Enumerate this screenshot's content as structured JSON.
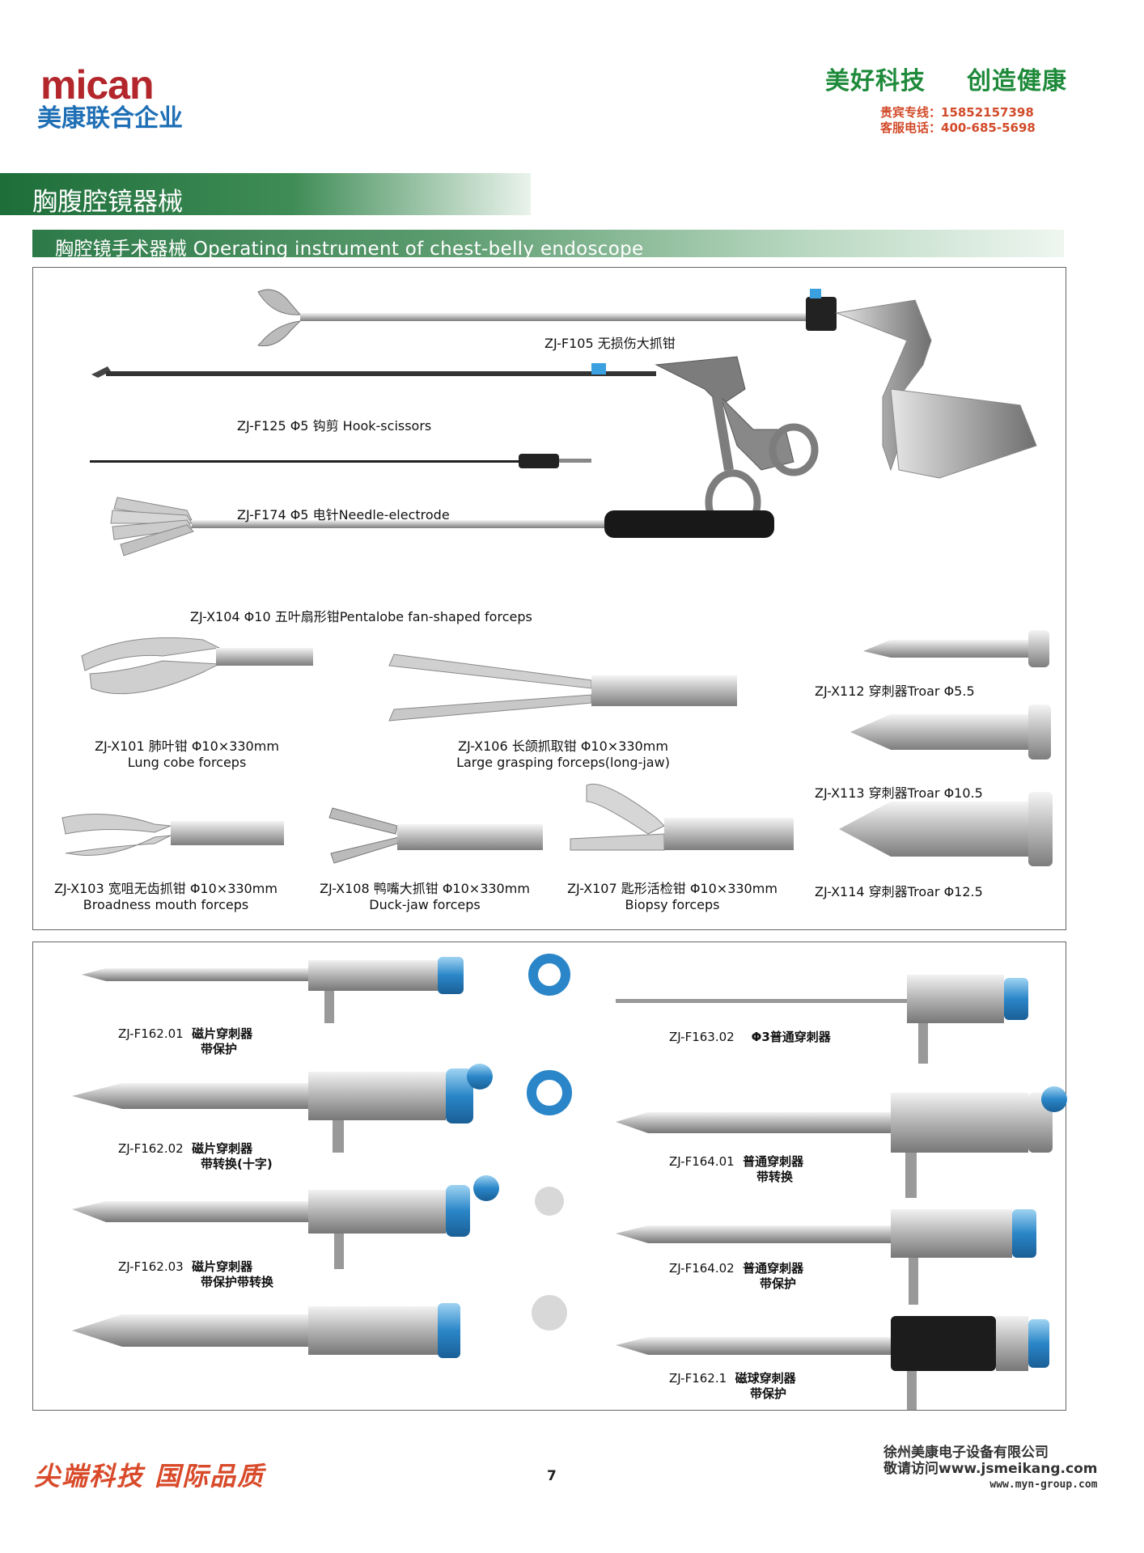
{
  "header": {
    "logo": "mican",
    "company_cn": "美康联合企业",
    "slogan_1": "美好科技",
    "slogan_2": "创造健康",
    "hotline_1": "贵宾专线：15852157398",
    "hotline_2": "客服电话：400-685-5698"
  },
  "section": {
    "title": "胸腹腔镜器械",
    "subtitle": "胸腔镜手术器械 Operating instrument of chest-belly endoscope"
  },
  "panel1": {
    "items": [
      {
        "cn": "ZJ-F105 无损伤大抓钳"
      },
      {
        "cn": "ZJ-F125 Φ5 钩剪 Hook-scissors"
      },
      {
        "cn": "ZJ-F174 Φ5 电针Needle-electrode"
      },
      {
        "cn": "ZJ-X104 Φ10 五叶扇形钳Pentalobe fan-shaped forceps"
      },
      {
        "cn": "ZJ-X101 肺叶钳 Φ10×330mm",
        "en": "Lung cobe forceps"
      },
      {
        "cn": "ZJ-X106 长颌抓取钳 Φ10×330mm",
        "en": "Large grasping forceps(long-jaw)"
      },
      {
        "cn": "ZJ-X112 穿刺器Troar Φ5.5"
      },
      {
        "cn": "ZJ-X113 穿刺器Troar Φ10.5"
      },
      {
        "cn": "ZJ-X114 穿刺器Troar Φ12.5"
      },
      {
        "cn": "ZJ-X103 宽咀无齿抓钳 Φ10×330mm",
        "en": "Broadness mouth forceps"
      },
      {
        "cn": "ZJ-X108 鸭嘴大抓钳 Φ10×330mm",
        "en": "Duck-jaw forceps"
      },
      {
        "cn": "ZJ-X107 匙形活检钳 Φ10×330mm",
        "en": "Biopsy forceps"
      }
    ]
  },
  "panel2": {
    "items": [
      {
        "code": "ZJ-F162.01",
        "name": "磁片穿刺器",
        "sub": "带保护"
      },
      {
        "code": "ZJ-F162.02",
        "name": "磁片穿刺器",
        "sub": "带转换(十字)"
      },
      {
        "code": "ZJ-F162.03",
        "name": "磁片穿刺器",
        "sub": "带保护带转换"
      },
      {
        "code": "ZJ-F163.02",
        "name": "Φ3普通穿刺器",
        "sub": ""
      },
      {
        "code": "ZJ-F164.01",
        "name": "普通穿刺器",
        "sub": "带转换"
      },
      {
        "code": "ZJ-F164.02",
        "name": "普通穿刺器",
        "sub": "带保护"
      },
      {
        "code": "ZJ-F162.1",
        "name": "磁球穿刺器",
        "sub": "带保护"
      }
    ]
  },
  "footer": {
    "slogan": "尖端科技 国际品质",
    "page": "7",
    "company": "徐州美康电子设备有限公司",
    "visit": "敬请访问www.jsmeikang.com",
    "web2": "www.myn-group.com"
  },
  "colors": {
    "brand_red": "#b3262b",
    "brand_blue": "#1f6fb5",
    "green": "#1e8a3a",
    "band": "#2d7a48",
    "accent_blue": "#2a86c8"
  }
}
